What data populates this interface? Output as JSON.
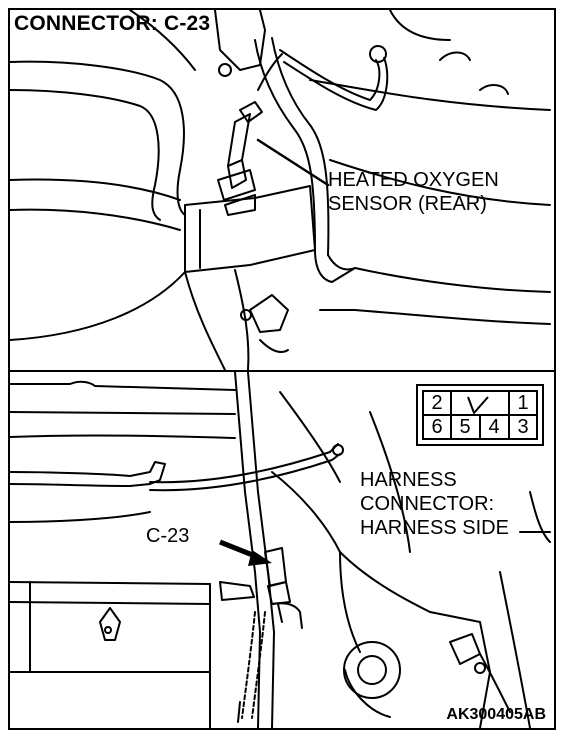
{
  "title": "CONNECTOR: C-23",
  "callouts": {
    "sensor_line1": "HEATED OXYGEN",
    "sensor_line2": "SENSOR (REAR)",
    "harness_line1": "HARNESS",
    "harness_line2": "CONNECTOR:",
    "harness_line3": "HARNESS SIDE",
    "connector_id": "C-23"
  },
  "connector_pins": {
    "top_row": [
      "2",
      "1"
    ],
    "bottom_row": [
      "6",
      "5",
      "4",
      "3"
    ]
  },
  "figure_code": "AK300405AB"
}
